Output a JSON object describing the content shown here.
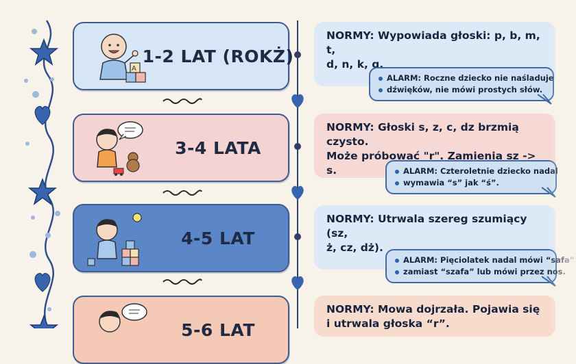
{
  "colors": {
    "background": "#f8f3ea",
    "card_blue_light": "#d6e6f6",
    "card_pink": "#f4d4d2",
    "card_blue_dark": "#5b86c7",
    "card_peach": "#f4c9b6",
    "norm_blue": "#dde9f7",
    "norm_pink": "#f6d8d4",
    "norm_peach": "#f7dccd",
    "accent_navy": "#2e4f8c"
  },
  "stages": [
    {
      "age": "1-2 LAT (ROKŻ)",
      "illustration": "baby-with-blocks-icon",
      "norm": [
        "NORMY: Wypowiada głoski: p, b, m, t,",
        "d, n, k, g."
      ],
      "alarm": [
        "ALARM: Roczne dziecko nie naśladuje",
        "dźwięków, nie mówi prostych słów."
      ]
    },
    {
      "age": "3-4 LATA",
      "illustration": "child-playing-with-toys-icon",
      "norm": [
        "NORMY: Głoski s, z, c, dz brzmią czysto.",
        "Może próbować \"r\". Zamienia sz -> s."
      ],
      "alarm": [
        "ALARM: Czteroletnie dziecko nadal",
        "wymawia “s” jak “ś”."
      ]
    },
    {
      "age": "4-5 LAT",
      "illustration": "child-building-blocks-icon",
      "norm": [
        "NORMY: Utrwala szereg szumiący (sz,",
        "ż, cz, dż)."
      ],
      "alarm": [
        "ALARM: Pięciolatek nadal mówi “safa”",
        "zamiast “szafa” lub mówi przez nos."
      ]
    },
    {
      "age": "5-6 LAT",
      "illustration": "child-talking-icon",
      "norm": [
        "NORMY: Mowa dojrzała. Pojawia się",
        "i utrwala głoska “r”."
      ]
    }
  ]
}
